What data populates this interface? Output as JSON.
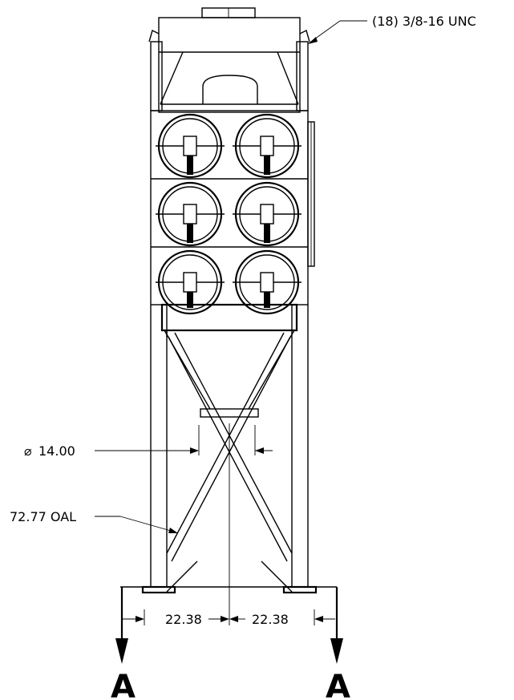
{
  "callouts": {
    "hardware": "(18) 3/8-16 UNC",
    "diameter_symbol": "⌀",
    "diameter": "14.00",
    "overall_length": "72.77 OAL",
    "left_offset": "22.38",
    "right_offset": "22.38",
    "section_left": "A",
    "section_right": "A"
  },
  "colors": {
    "line": "#000000",
    "background": "#ffffff"
  },
  "cartridge_grid": {
    "rows": 3,
    "columns": 2
  }
}
